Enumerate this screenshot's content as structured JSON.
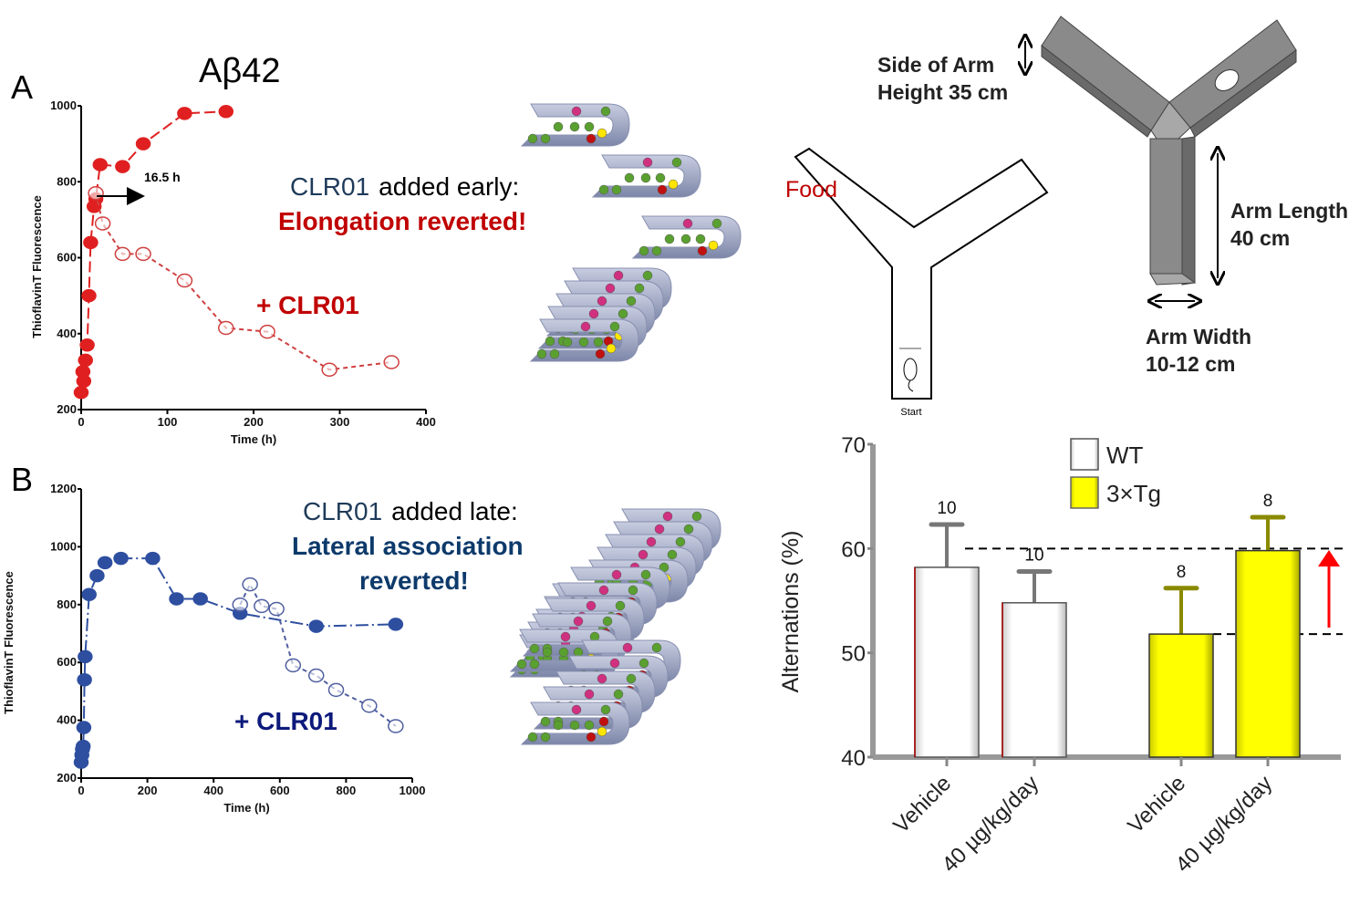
{
  "panel_labels": {
    "a": "A",
    "b": "B"
  },
  "peptide_title": "Aβ42",
  "annotations": {
    "early_line1_compound": "CLR01",
    "early_line1_rest": "added early:",
    "early_line2": "Elongation reverted!",
    "plus_clr01_a": "+ CLR01",
    "arrow_label": "16.5 h",
    "late_line1_compound": "CLR01",
    "late_line1_rest": "added late:",
    "late_line2": "Lateral association",
    "late_line3": "reverted!",
    "plus_clr01_b": "+ CLR01"
  },
  "ymaze": {
    "food": "Food",
    "start": "Start",
    "side_line1": "Side of Arm",
    "side_line2": "Height 35 cm",
    "length_line1": "Arm Length",
    "length_line2": "40 cm",
    "width_line1": "Arm Width",
    "width_line2": "10-12 cm"
  },
  "colors": {
    "red": "#e02020",
    "darkred": "#c00000",
    "blue": "#2e4fa0",
    "navy": "#0d2a6b",
    "yellow": "#ffff00",
    "slate": "#1f3b5a"
  },
  "chart_data": [
    {
      "type": "scatter",
      "xlabel": "Time (h)",
      "ylabel": "ThioflavinT Fluorescence",
      "xlim": [
        0,
        400
      ],
      "ylim": [
        200,
        1000
      ],
      "xticks": [
        "0",
        "100",
        "200",
        "300",
        "400"
      ],
      "yticks": [
        "200",
        "400",
        "600",
        "800",
        "1000"
      ],
      "series": [
        {
          "style": "filled",
          "color": "#e02020",
          "x": [
            0,
            2,
            3,
            5,
            7,
            9,
            11,
            15,
            17,
            22,
            48,
            72,
            120,
            168
          ],
          "y": [
            245,
            300,
            275,
            330,
            370,
            500,
            640,
            735,
            755,
            845,
            840,
            900,
            980,
            985
          ]
        },
        {
          "name": "+ CLR01",
          "style": "open-dashed",
          "color": "#d04040",
          "x": [
            17,
            25,
            48,
            72,
            120,
            168,
            216,
            288,
            360
          ],
          "y": [
            770,
            690,
            610,
            610,
            540,
            415,
            405,
            305,
            325
          ]
        }
      ]
    },
    {
      "type": "scatter",
      "xlabel": "Time (h)",
      "ylabel": "ThioflavinT Fluorescence",
      "xlim": [
        0,
        1000
      ],
      "ylim": [
        200,
        1200
      ],
      "xticks": [
        "0",
        "200",
        "400",
        "600",
        "800",
        "1000"
      ],
      "yticks": [
        "200",
        "400",
        "600",
        "800",
        "1000",
        "1200"
      ],
      "series": [
        {
          "style": "filled",
          "color": "#2e4fa0",
          "x": [
            0,
            2,
            4,
            6,
            8,
            10,
            12,
            24,
            48,
            72,
            120,
            216,
            288,
            360,
            480,
            710,
            950
          ],
          "y": [
            255,
            280,
            300,
            310,
            375,
            540,
            620,
            835,
            900,
            945,
            960,
            960,
            820,
            820,
            770,
            725,
            732
          ]
        },
        {
          "name": "+ CLR01",
          "style": "open-dashed",
          "color": "#5060a0",
          "x": [
            480,
            510,
            545,
            590,
            640,
            710,
            770,
            870,
            950
          ],
          "y": [
            800,
            870,
            795,
            785,
            590,
            555,
            505,
            450,
            380
          ]
        }
      ]
    },
    {
      "type": "bar",
      "ylabel": "Alternations (%)",
      "ylim": [
        40,
        70
      ],
      "yticks": [
        "40",
        "50",
        "60",
        "70"
      ],
      "categories": [
        "Vehicle",
        "40 µg/kg/day",
        "Vehicle",
        "40 µg/kg/day"
      ],
      "groups": [
        "WT",
        "WT",
        "3×Tg",
        "3×Tg"
      ],
      "values": [
        58.2,
        54.8,
        51.8,
        59.8
      ],
      "errors": [
        4.1,
        3.0,
        4.4,
        3.2
      ],
      "n_labels": [
        "10",
        "10",
        "8",
        "8"
      ],
      "legend": [
        {
          "name": "WT",
          "color": "#ffffff"
        },
        {
          "name": "3×Tg",
          "color": "#ffff00"
        }
      ],
      "reference_lines": [
        60,
        51.8
      ]
    }
  ]
}
